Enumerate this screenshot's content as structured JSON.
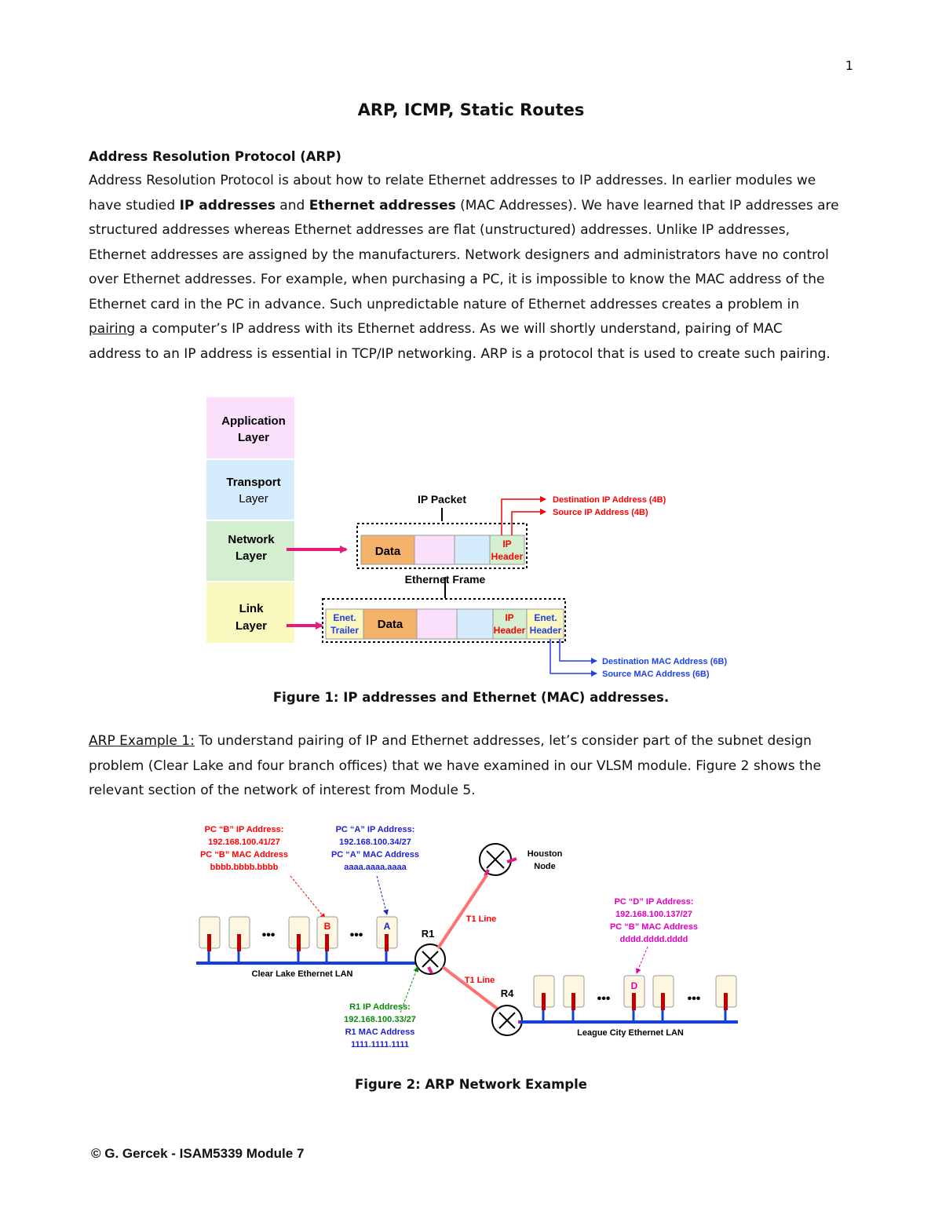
{
  "page_number": "1",
  "title": "ARP, ICMP, Static Routes",
  "section_heading": "Address Resolution Protocol (ARP)",
  "intro_lines": [
    {
      "pre": "Address Resolution Protocol is about how to relate Ethernet addresses to IP addresses. In earlier modules we"
    },
    {
      "pre": "have studied ",
      "b1": "IP addresses",
      "mid": " and ",
      "b2": "Ethernet addresses",
      "post": " (MAC Addresses). We have learned that IP addresses are"
    },
    {
      "pre": "structured addresses whereas Ethernet addresses are flat (unstructured) addresses. Unlike IP addresses,"
    },
    {
      "pre": "Ethernet addresses are assigned by the manufacturers. Network designers and administrators have no control"
    },
    {
      "pre": "over Ethernet addresses. For example, when purchasing a PC, it is impossible to know the MAC address of the"
    },
    {
      "pre": "Ethernet card in the PC in advance. Such unpredictable nature of Ethernet addresses creates a problem in"
    },
    {
      "u": "pairing",
      "post": " a computer’s IP address with its Ethernet address. As we will shortly understand, pairing of MAC"
    },
    {
      "pre": "address to an IP address is essential in TCP/IP networking. ARP is a protocol that is used to create such pairing."
    }
  ],
  "figure1": {
    "layers": {
      "application": [
        "Application",
        "Layer"
      ],
      "transport": [
        "Transport",
        "Layer"
      ],
      "network": [
        "Network",
        "Layer"
      ],
      "link": [
        "Link",
        "Layer"
      ]
    },
    "ip_packet_label": "IP Packet",
    "ethernet_frame_label": "Ethernet Frame",
    "data_label": "Data",
    "ip_header": [
      "IP",
      "Header"
    ],
    "enet_trailer": [
      "Enet.",
      "Trailer"
    ],
    "enet_header": [
      "Enet.",
      "Header"
    ],
    "dest_ip": "Destination IP Address (4B)",
    "src_ip": "Source IP Address (4B)",
    "dest_mac": "Destination MAC Address (6B)",
    "src_mac": "Source MAC Address (6B)",
    "colors": {
      "app": "#fbe0fb",
      "transport": "#d4ecfb",
      "network": "#d3efd0",
      "link": "#fbf8bf",
      "data": "#f5b26b",
      "arrow_pink": "#e6197e",
      "red": "#ff0000",
      "blue": "#1f3ff0"
    }
  },
  "figure1_caption": "Figure 1: IP addresses and Ethernet (MAC) addresses.",
  "example_lines": [
    {
      "u": "ARP Example 1:",
      "post": " To understand pairing of IP and Ethernet addresses, let’s consider part of the subnet design"
    },
    {
      "pre": "problem (Clear Lake and four branch offices) that we have examined in our VLSM module. Figure 2 shows the"
    },
    {
      "pre": "relevant section of the network of interest from Module 5."
    }
  ],
  "figure2": {
    "pc_b": [
      "PC “B” IP Address:",
      "192.168.100.41/27",
      "PC “B” MAC Address",
      "bbbb.bbbb.bbbb"
    ],
    "pc_a": [
      "PC “A” IP Address:",
      "192.168.100.34/27",
      "PC “A” MAC Address",
      "aaaa.aaaa.aaaa"
    ],
    "houston": [
      "Houston",
      "Node"
    ],
    "pc_d": [
      "PC “D” IP Address:",
      "192.168.100.137/27",
      "PC “B” MAC Address",
      "dddd.dddd.dddd"
    ],
    "r1_info": [
      "R1 IP Address:",
      "192.168.100.33/27",
      "R1 MAC Address",
      "1111.1111.1111"
    ],
    "r1": "R1",
    "r4": "R4",
    "t1_line": "T1 Line",
    "clear_lake_lan": "Clear Lake Ethernet LAN",
    "league_city_lan": "League City Ethernet LAN",
    "pc_b_letter": "B",
    "pc_a_letter": "A",
    "pc_d_letter": "D",
    "dots": "•••",
    "colors": {
      "red": "#ff0000",
      "blue": "#1f1fd0",
      "green": "#0a8a0a",
      "magenta": "#e000c0",
      "lan": "#1040e0"
    }
  },
  "figure2_caption": "Figure 2: ARP Network Example",
  "footer": "© G. Gercek - ISAM5339 Module 7"
}
